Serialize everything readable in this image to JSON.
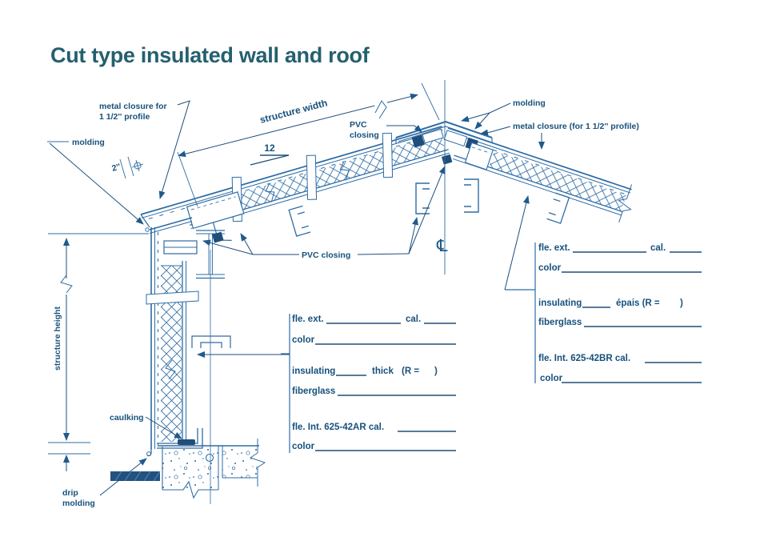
{
  "title": "Cut type insulated wall and roof",
  "colors": {
    "title": "#24606f",
    "label_text": "#17517c",
    "line": "#2e6ca5",
    "dark_fill": "#1f4e7c",
    "background": "#ffffff"
  },
  "labels": {
    "metal_closure_left_1": "metal closure for",
    "metal_closure_left_2": "1 1/2'' profile",
    "molding_left": "molding",
    "structure_width": "structure width",
    "pvc_closing_top_1": "PVC",
    "pvc_closing_top_2": "closing",
    "molding_right": "molding",
    "metal_closure_right": "metal closure (for 1 1/2'' profile)",
    "slope": "12",
    "offset_2in": "2''",
    "pvc_closing_mid": "PVC closing",
    "structure_height": "structure height",
    "caulking": "caulking",
    "drip_molding_1": "drip",
    "drip_molding_2": "molding",
    "centerline_symbol": "℄"
  },
  "form_middle": {
    "row1_label": "fle. ext.",
    "row1_cal": "cal.",
    "row2_label": "color",
    "row3_label": "insulating",
    "row3_mid": "thick",
    "row3_r": "(R =",
    "row3_close": ")",
    "row4_label": "fiberglass",
    "row5_label": "fle. Int. 625-42AR cal.",
    "row6_label": "color"
  },
  "form_right": {
    "row1_label": "fle. ext.",
    "row1_cal": "cal.",
    "row2_label": "color",
    "row3_label": "insulating",
    "row3_mid": "épais (R =",
    "row3_close": ")",
    "row4_label": "fiberglass",
    "row5_label": "fle. Int. 625-42BR cal.",
    "row6_label": "color"
  }
}
